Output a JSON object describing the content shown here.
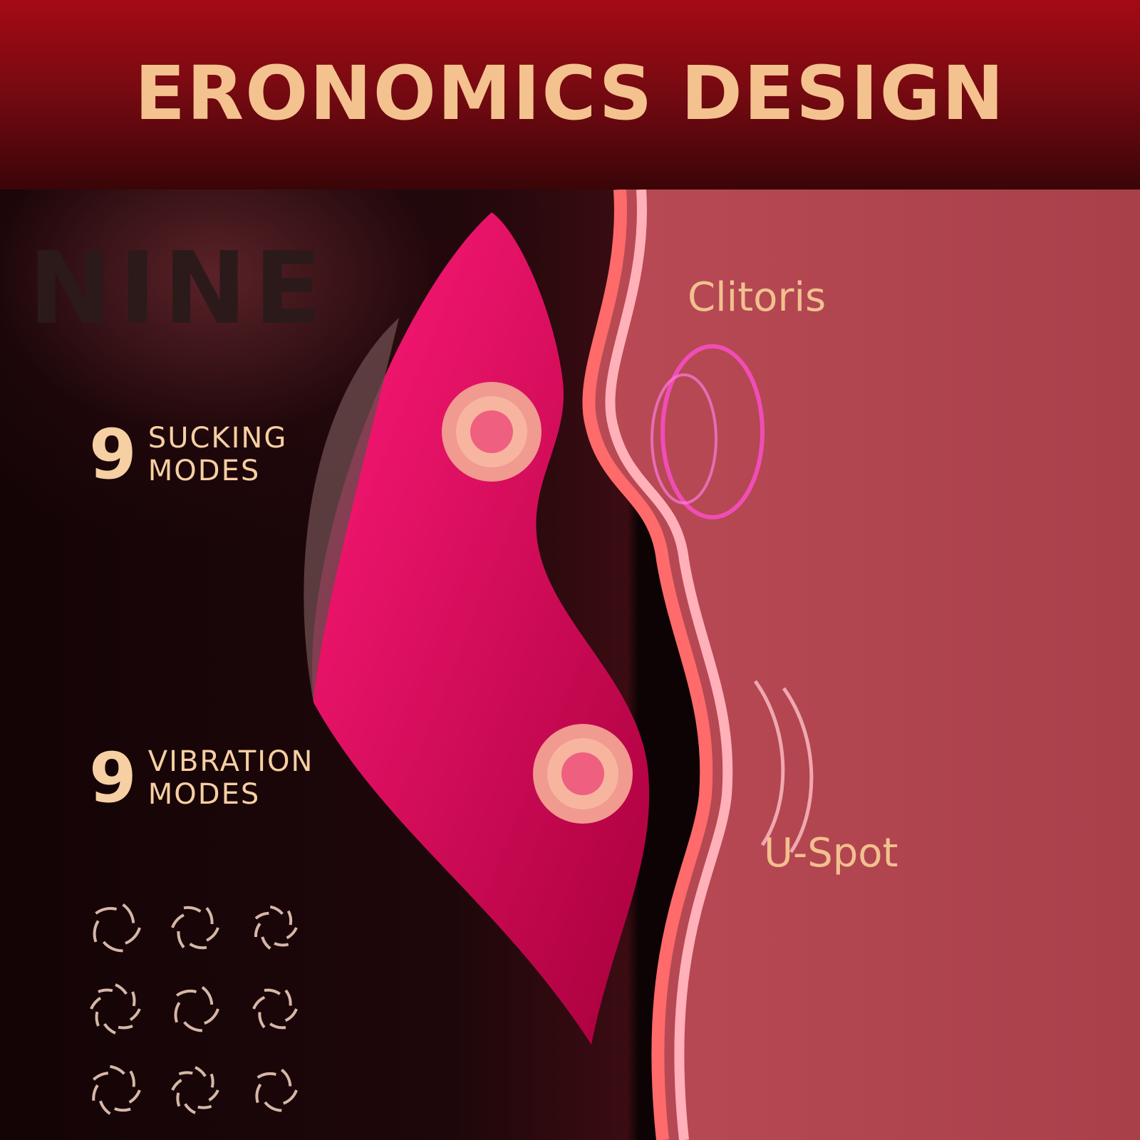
{
  "header": {
    "title": "ERONOMICS DESIGN"
  },
  "watermark": "NINE",
  "modes": [
    {
      "number": "9",
      "line1": "SUCKING",
      "line2": "MODES"
    },
    {
      "number": "9",
      "line1": "VIBRATION",
      "line2": "MODES"
    }
  ],
  "labels": {
    "clitoris": "Clitoris",
    "uspot": "U-Spot"
  },
  "mode_icons": [
    "spiral-1",
    "spiral-2",
    "spiral-3",
    "spiral-4",
    "spiral-5",
    "spiral-6",
    "spiral-7",
    "spiral-8",
    "spiral-9"
  ],
  "colors": {
    "title": "#f4c28e",
    "product": "#e0106a",
    "accent_pink": "#ff5a8a",
    "text": "#f6cfa2"
  }
}
